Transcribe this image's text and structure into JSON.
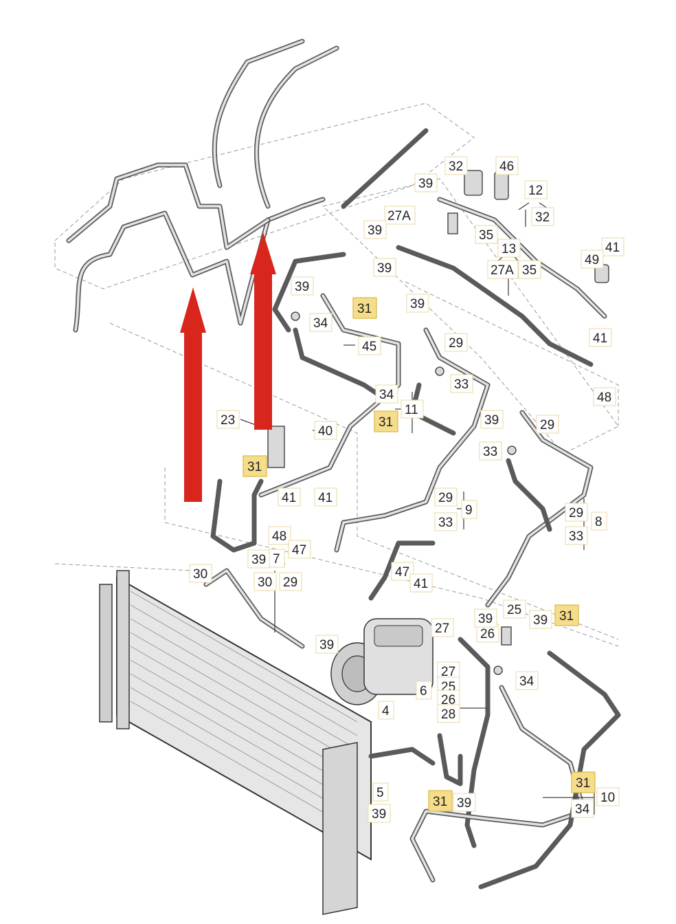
{
  "diagram": {
    "labels": [
      {
        "id": "l32",
        "text": "32",
        "highlight": false
      },
      {
        "id": "l46",
        "text": "46",
        "highlight": false
      },
      {
        "id": "l39a",
        "text": "39",
        "highlight": false
      },
      {
        "id": "l12",
        "text": "12",
        "highlight": false
      },
      {
        "id": "l32b",
        "text": "32",
        "highlight": false
      },
      {
        "id": "l27A",
        "text": "27A",
        "highlight": false
      },
      {
        "id": "l39b",
        "text": "39",
        "highlight": false
      },
      {
        "id": "l35",
        "text": "35",
        "highlight": false
      },
      {
        "id": "l13",
        "text": "13",
        "highlight": false
      },
      {
        "id": "l39c",
        "text": "39",
        "highlight": false
      },
      {
        "id": "l27A2",
        "text": "27A",
        "highlight": false
      },
      {
        "id": "l35b",
        "text": "35",
        "highlight": false
      },
      {
        "id": "l41a",
        "text": "41",
        "highlight": false
      },
      {
        "id": "l49",
        "text": "49",
        "highlight": false
      },
      {
        "id": "l39d",
        "text": "39",
        "highlight": false
      },
      {
        "id": "l31a",
        "text": "31",
        "highlight": true
      },
      {
        "id": "l39e",
        "text": "39",
        "highlight": false
      },
      {
        "id": "l34a",
        "text": "34",
        "highlight": false
      },
      {
        "id": "l29a",
        "text": "29",
        "highlight": false
      },
      {
        "id": "l45",
        "text": "45",
        "highlight": false
      },
      {
        "id": "l41b",
        "text": "41",
        "highlight": false
      },
      {
        "id": "l33a",
        "text": "33",
        "highlight": false
      },
      {
        "id": "l48a",
        "text": "48",
        "highlight": false
      },
      {
        "id": "l34b",
        "text": "34",
        "highlight": false
      },
      {
        "id": "l11",
        "text": "11",
        "highlight": false
      },
      {
        "id": "l31b",
        "text": "31",
        "highlight": true
      },
      {
        "id": "l39f",
        "text": "39",
        "highlight": false
      },
      {
        "id": "l29b",
        "text": "29",
        "highlight": false
      },
      {
        "id": "l23",
        "text": "23",
        "highlight": false
      },
      {
        "id": "l40",
        "text": "40",
        "highlight": false
      },
      {
        "id": "l33b",
        "text": "33",
        "highlight": false
      },
      {
        "id": "l31c",
        "text": "31",
        "highlight": true
      },
      {
        "id": "l41c",
        "text": "41",
        "highlight": false
      },
      {
        "id": "l41d",
        "text": "41",
        "highlight": false
      },
      {
        "id": "l29c",
        "text": "29",
        "highlight": false
      },
      {
        "id": "l9",
        "text": "9",
        "highlight": false
      },
      {
        "id": "l33c",
        "text": "33",
        "highlight": false
      },
      {
        "id": "l29d",
        "text": "29",
        "highlight": false
      },
      {
        "id": "l8",
        "text": "8",
        "highlight": false
      },
      {
        "id": "l33d",
        "text": "33",
        "highlight": false
      },
      {
        "id": "l48b",
        "text": "48",
        "highlight": false
      },
      {
        "id": "l47a",
        "text": "47",
        "highlight": false
      },
      {
        "id": "l39g",
        "text": "39",
        "highlight": false
      },
      {
        "id": "l7",
        "text": "7",
        "highlight": false
      },
      {
        "id": "l30a",
        "text": "30",
        "highlight": false
      },
      {
        "id": "l30b",
        "text": "30",
        "highlight": false
      },
      {
        "id": "l29e",
        "text": "29",
        "highlight": false
      },
      {
        "id": "l47b",
        "text": "47",
        "highlight": false
      },
      {
        "id": "l41e",
        "text": "41",
        "highlight": false
      },
      {
        "id": "l39h",
        "text": "39",
        "highlight": false
      },
      {
        "id": "l25a",
        "text": "25",
        "highlight": false
      },
      {
        "id": "l39i",
        "text": "39",
        "highlight": false
      },
      {
        "id": "l31d",
        "text": "31",
        "highlight": true
      },
      {
        "id": "l27a",
        "text": "27",
        "highlight": false
      },
      {
        "id": "l26a",
        "text": "26",
        "highlight": false
      },
      {
        "id": "l39j",
        "text": "39",
        "highlight": false
      },
      {
        "id": "l34c",
        "text": "34",
        "highlight": false
      },
      {
        "id": "l27b",
        "text": "27",
        "highlight": false
      },
      {
        "id": "l6",
        "text": "6",
        "highlight": false
      },
      {
        "id": "l25b",
        "text": "25",
        "highlight": false
      },
      {
        "id": "l26b",
        "text": "26",
        "highlight": false
      },
      {
        "id": "l28",
        "text": "28",
        "highlight": false
      },
      {
        "id": "l4",
        "text": "4",
        "highlight": false
      },
      {
        "id": "l31e",
        "text": "31",
        "highlight": true
      },
      {
        "id": "l10",
        "text": "10",
        "highlight": false
      },
      {
        "id": "l34d",
        "text": "34",
        "highlight": false
      },
      {
        "id": "l5",
        "text": "5",
        "highlight": false
      },
      {
        "id": "l31f",
        "text": "31",
        "highlight": true
      },
      {
        "id": "l39k",
        "text": "39",
        "highlight": false
      },
      {
        "id": "l39l",
        "text": "39",
        "highlight": false
      }
    ],
    "colors": {
      "highlight_fill": "#f5dd8c",
      "arrow": "#d8261c",
      "hose": "#5a5a5a"
    }
  }
}
